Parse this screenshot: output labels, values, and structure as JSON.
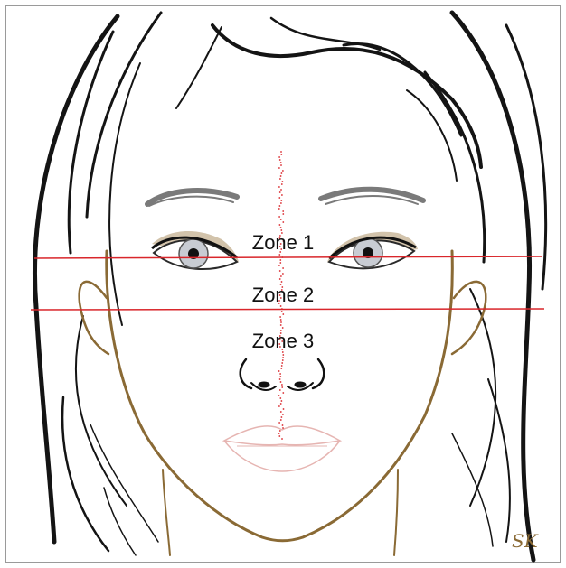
{
  "zones": [
    {
      "label": "Zone 1"
    },
    {
      "label": "Zone 2"
    },
    {
      "label": "Zone 3"
    }
  ],
  "signature": "SK",
  "colors": {
    "hair": "#141414",
    "face_outline": "#8a6a35",
    "zone_line": "#d9262b",
    "midline_dots": "#d9262b",
    "lips": "#e6b5b2",
    "brow": "#7a7a7a",
    "iris": "#c8ccd3",
    "eyeshadow": "#9b7b45"
  }
}
